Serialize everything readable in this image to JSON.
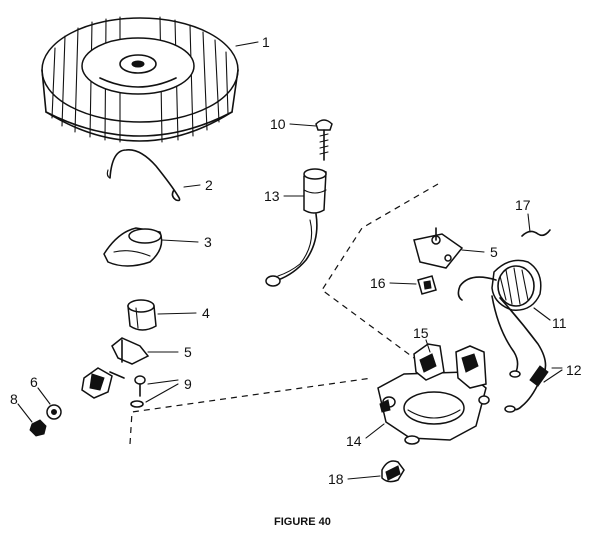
{
  "figure": {
    "caption": "FIGURE 40",
    "colors": {
      "ink": "#111111",
      "paper": "#ffffff"
    }
  },
  "callouts": {
    "p1": "1",
    "p2": "2",
    "p3": "3",
    "p4": "4",
    "p5a": "5",
    "p5b": "5",
    "p6": "6",
    "p8": "8",
    "p9": "9",
    "p10": "10",
    "p11": "11",
    "p12": "12",
    "p13": "13",
    "p14": "14",
    "p15": "15",
    "p16": "16",
    "p17": "17",
    "p18": "18"
  }
}
